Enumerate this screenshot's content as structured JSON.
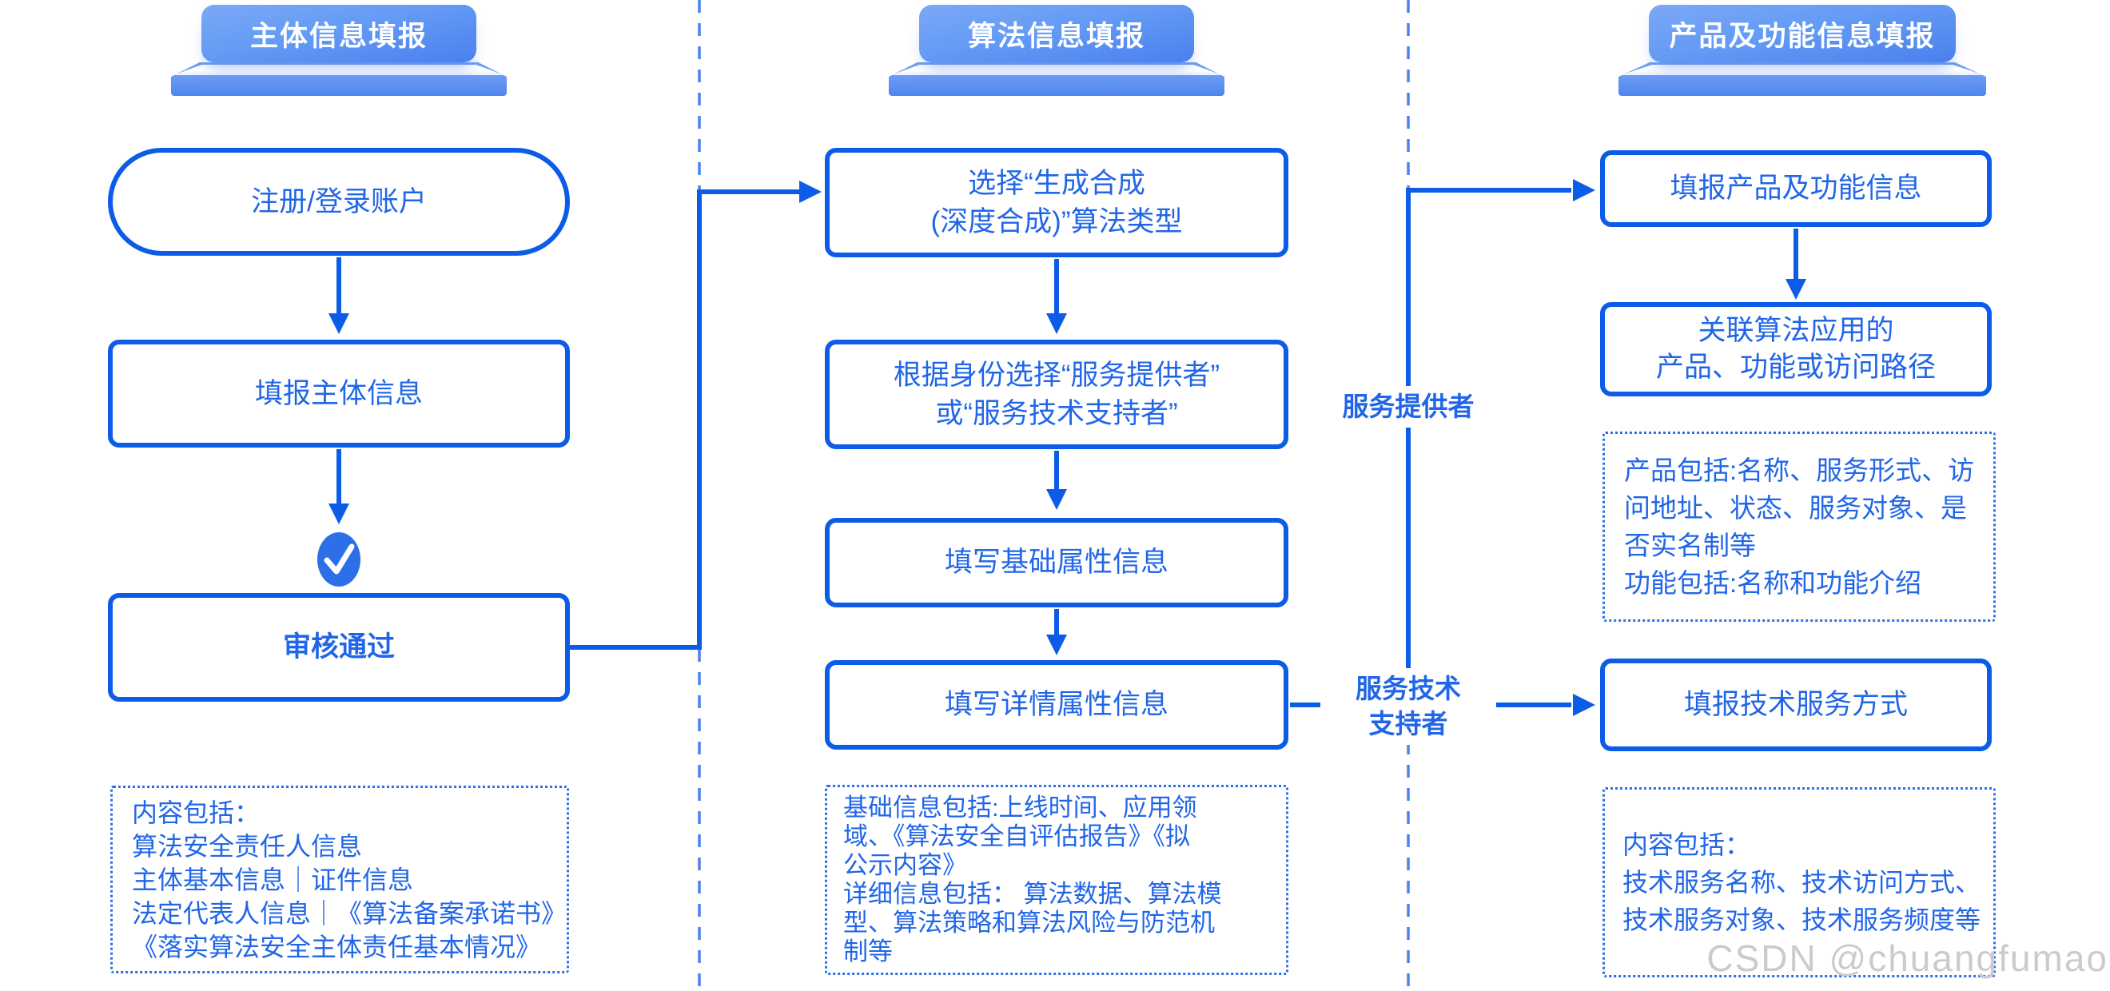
{
  "col1": {
    "header": "主体信息填报",
    "pill": "注册/登录账户",
    "box2": "填报主体信息",
    "box3": "审核通过",
    "note": [
      "内容包括：",
      "算法安全责任人信息",
      "主体基本信息｜证件信息",
      "法定代表人信息｜《算法备案承诺书》",
      "《落实算法安全主体责任基本情况》"
    ]
  },
  "col2": {
    "header": "算法信息填报",
    "box1": [
      "选择“生成合成",
      "(深度合成)”算法类型"
    ],
    "box2": [
      "根据身份选择“服务提供者”",
      "或“服务技术支持者”"
    ],
    "box3": "填写基础属性信息",
    "box4": "填写详情属性信息",
    "note": [
      "基础信息包括:上线时间、应用领",
      "域、《算法安全自评估报告》《拟",
      "公示内容》",
      "详细信息包括： 算法数据、算法模",
      "型、算法策略和算法风险与防范机",
      "制等"
    ]
  },
  "col3": {
    "header": "产品及功能信息填报",
    "box1": "填报产品及功能信息",
    "box2": [
      "关联算法应用的",
      "产品、功能或访问路径"
    ],
    "note1": [
      "产品包括:名称、服务形式、访",
      "问地址、状态、服务对象、是",
      "否实名制等",
      "功能包括:名称和功能介绍"
    ],
    "box3": "填报技术服务方式",
    "note2": [
      "内容包括：",
      "技术服务名称、技术访问方式、",
      "技术服务对象、技术服务频度等"
    ]
  },
  "labels": {
    "provider": "服务提供者",
    "supporter": [
      "服务技术",
      "支持者"
    ]
  },
  "icons": {
    "check": "check-mark"
  },
  "watermark": "CSDN @chuangfumao",
  "colors": {
    "line_blue": "#0c5ce8",
    "text_blue": "#2166e8",
    "dotted_border_blue": "#2e6fe8",
    "separator_blue": "#4c82ee",
    "badge_gradient_top": "#7ca8f6",
    "badge_gradient_bottom": "#4a80ee",
    "podium_bar_blue": "#5c90f2",
    "check_fill": "#2d6fe8",
    "watermark_gray": "#cbcbcb"
  }
}
